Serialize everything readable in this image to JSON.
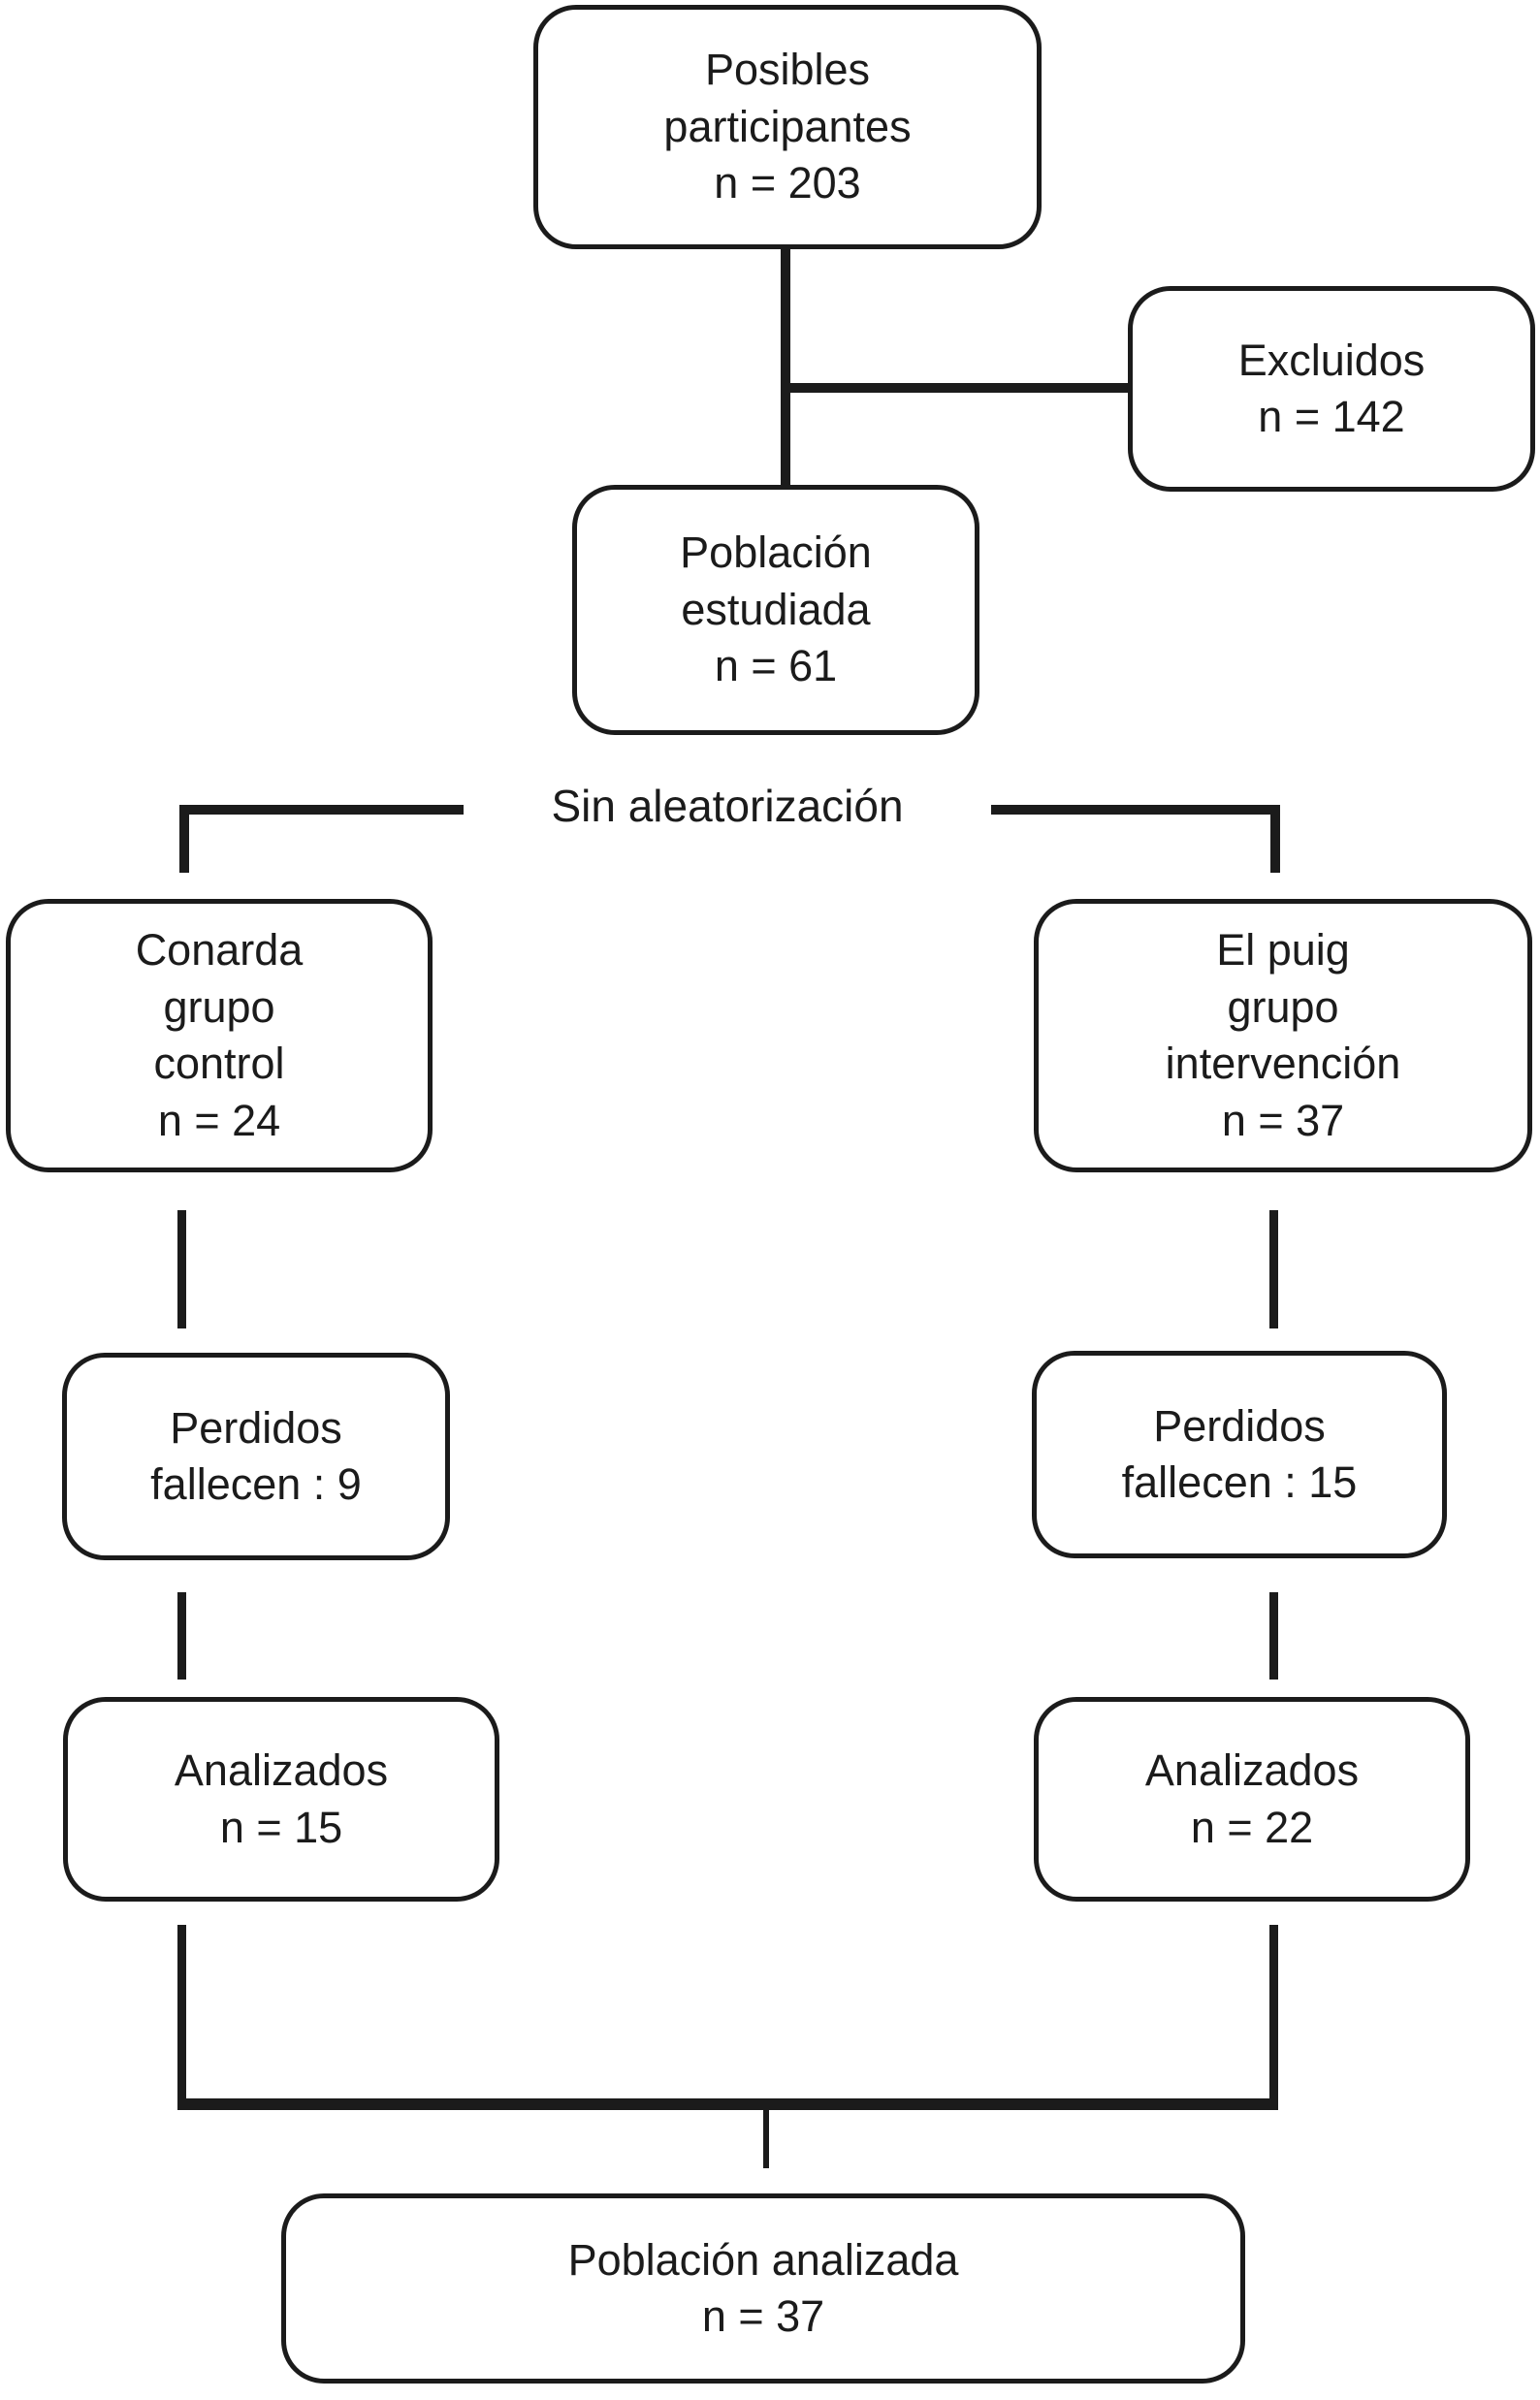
{
  "diagram": {
    "labels": {
      "sin_aleatorizacion": "Sin aleatorización"
    },
    "boxes": {
      "posibles": {
        "lines": [
          "Posibles",
          "participantes",
          "n = 203"
        ]
      },
      "excluidos": {
        "lines": [
          "Excluidos",
          "n = 142"
        ]
      },
      "poblacion_estudiada": {
        "lines": [
          "Población",
          "estudiada",
          "n = 61"
        ]
      },
      "conarda": {
        "lines": [
          "Conarda",
          "grupo",
          "control",
          "n = 24"
        ]
      },
      "el_puig": {
        "lines": [
          "El puig",
          "grupo",
          "intervención",
          "n = 37"
        ]
      },
      "perdidos_control": {
        "lines": [
          "Perdidos",
          "fallecen : 9"
        ]
      },
      "perdidos_intervencion": {
        "lines": [
          "Perdidos",
          "fallecen : 15"
        ]
      },
      "analizados_control": {
        "lines": [
          "Analizados",
          "n = 15"
        ]
      },
      "analizados_intervencion": {
        "lines": [
          "Analizados",
          "n = 22"
        ]
      },
      "poblacion_analizada": {
        "lines": [
          "Población analizada",
          "n = 37"
        ]
      }
    },
    "colors": {
      "line": "#1b1b1b",
      "text": "#1b1b1b",
      "background": "#ffffff"
    }
  }
}
